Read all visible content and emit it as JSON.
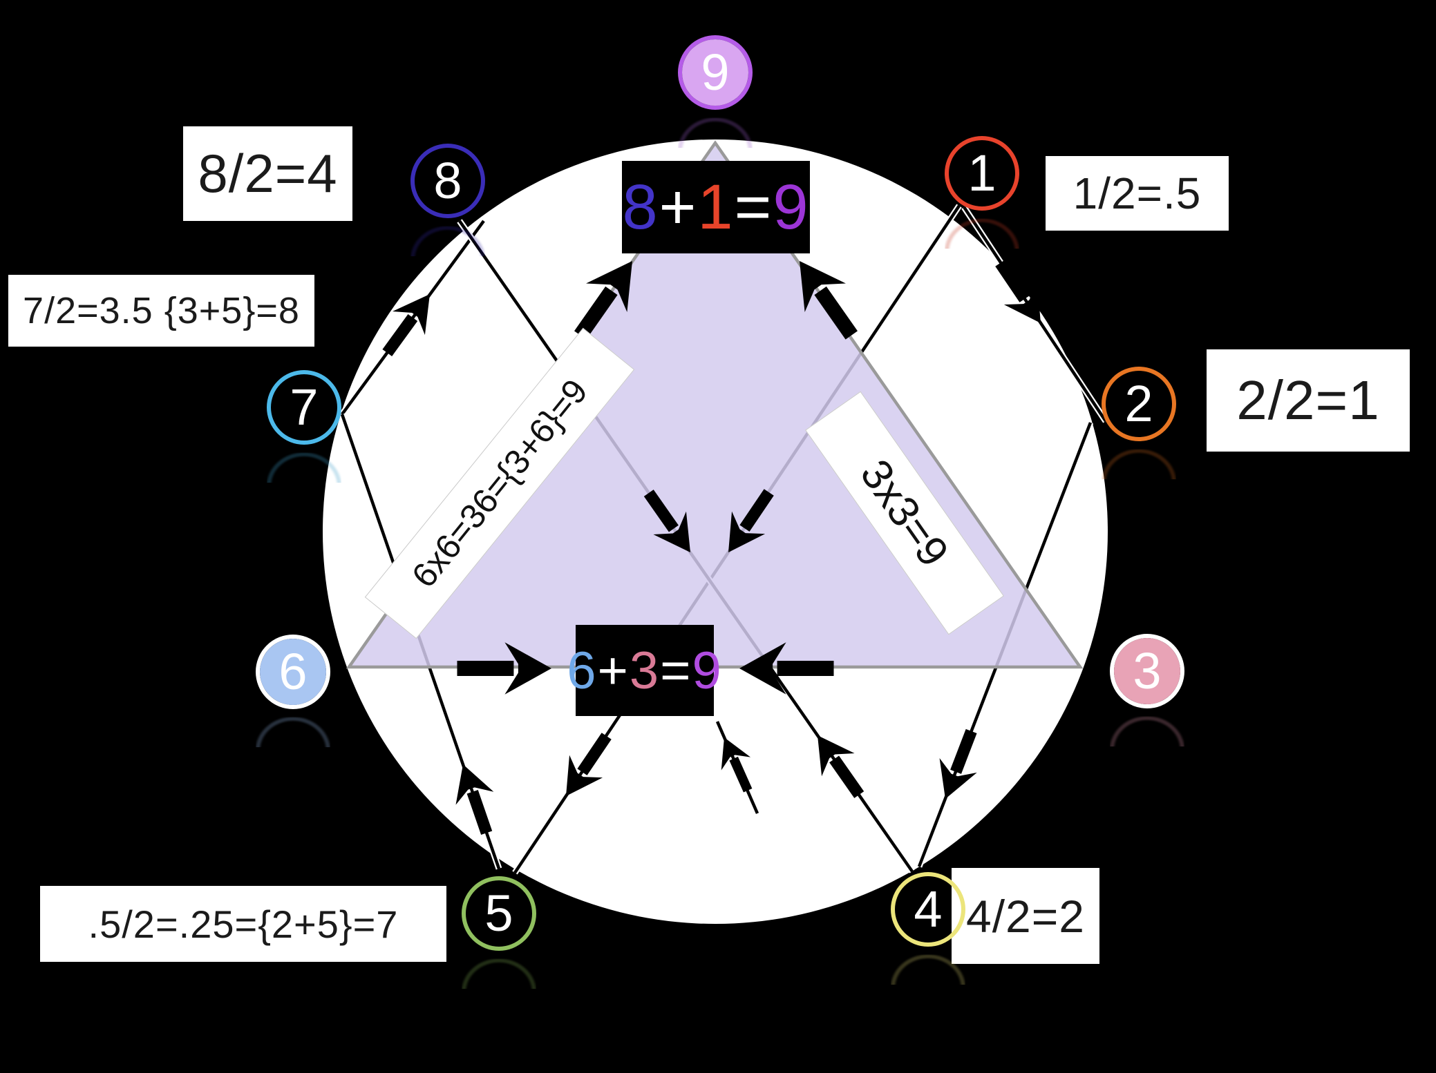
{
  "colors": {
    "background": "#000000",
    "big_circle": "#ffffff",
    "triangle_fill": "#d3cbee",
    "triangle_edge": "#9a9a9a",
    "chord_line": "#000000"
  },
  "nodes": [
    {
      "value": "9",
      "ring": "#b55ce8",
      "fill": "#d9a6f1",
      "refl": "#9a5cc8"
    },
    {
      "value": "1",
      "ring": "#e8432c",
      "fill": "transparent",
      "refl": "#c53a24"
    },
    {
      "value": "2",
      "ring": "#e87623",
      "fill": "transparent",
      "refl": "#c5621c"
    },
    {
      "value": "3",
      "ring": "#ffffff",
      "fill": "#e8a3b6",
      "refl": "#d08ba0"
    },
    {
      "value": "4",
      "ring": "#ece57b",
      "fill": "transparent",
      "refl": "#c9c167"
    },
    {
      "value": "5",
      "ring": "#90c05f",
      "fill": "transparent",
      "refl": "#7aa64e"
    },
    {
      "value": "6",
      "ring": "#ffffff",
      "fill": "#a9c6f2",
      "refl": "#8fb0dd"
    },
    {
      "value": "7",
      "ring": "#4cb9ea",
      "fill": "transparent",
      "refl": "#3f9ec9"
    },
    {
      "value": "8",
      "ring": "#3a2db8",
      "fill": "transparent",
      "refl": "#3226a0"
    }
  ],
  "equations": [
    {
      "text": "8/2=4"
    },
    {
      "text": "1/2=.5"
    },
    {
      "text": "7/2=3.5 {3+5}=8"
    },
    {
      "text": "2/2=1"
    },
    {
      "text": ".5/2=.25={2+5}=7"
    },
    {
      "text": "4/2=2"
    }
  ],
  "sum_top": {
    "segments": [
      {
        "t": "8",
        "c": "#4334c8"
      },
      {
        "t": "+",
        "c": "#ffffff"
      },
      {
        "t": "1",
        "c": "#e8442a"
      },
      {
        "t": "=",
        "c": "#ffffff"
      },
      {
        "t": "9",
        "c": "#9c35d6"
      }
    ]
  },
  "sum_bottom": {
    "segments": [
      {
        "t": "6",
        "c": "#6fa8e8"
      },
      {
        "t": "+",
        "c": "#ffffff"
      },
      {
        "t": "3",
        "c": "#d97a96"
      },
      {
        "t": "=",
        "c": "#ffffff"
      },
      {
        "t": "9",
        "c": "#b04ce0"
      }
    ]
  },
  "rotated_labels": [
    {
      "text": "6x6=36={3+6}=9"
    },
    {
      "text": "3x3=9"
    }
  ]
}
